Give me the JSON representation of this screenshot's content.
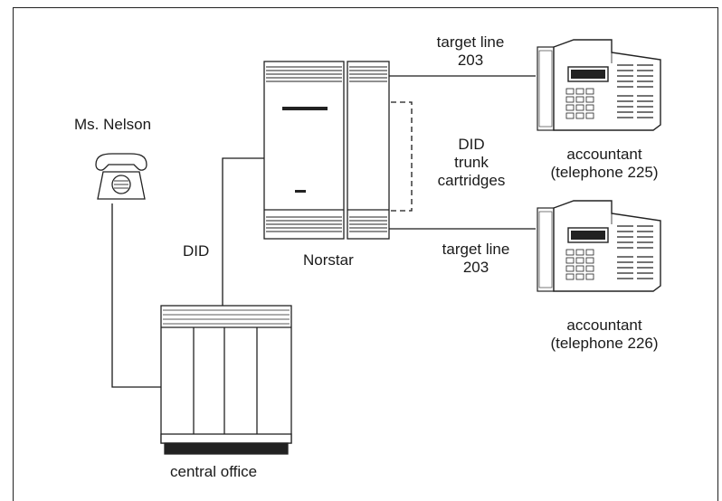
{
  "labels": {
    "ms_nelson": "Ms. Nelson",
    "did": "DID",
    "norstar": "Norstar",
    "central_office": "central office",
    "target_line_top_1": "target line",
    "target_line_top_2": "203",
    "target_line_bottom_1": "target line",
    "target_line_bottom_2": "203",
    "did_cartridges_1": "DID",
    "did_cartridges_2": "trunk",
    "did_cartridges_3": "cartridges",
    "accountant_top_1": "accountant",
    "accountant_top_2": "(telephone 225)",
    "accountant_bottom_1": "accountant",
    "accountant_bottom_2": "(telephone 226)"
  },
  "colors": {
    "line": "#1a1a1a",
    "background": "#ffffff"
  },
  "icons": {
    "caller_phone": "rotary-phone-icon",
    "norstar_ksu": "key-system-unit-icon",
    "central_office": "central-office-switch-icon",
    "desk_phone": "multiline-desk-telephone-icon"
  }
}
